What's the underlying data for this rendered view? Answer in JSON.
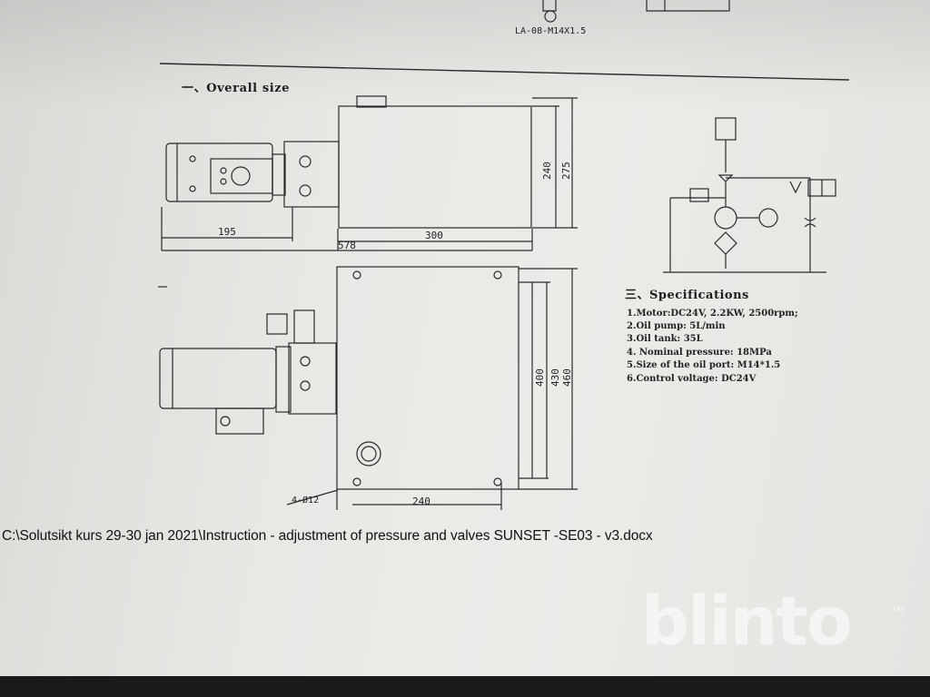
{
  "header": {
    "valve_label": "LA-08-M14X1.5"
  },
  "overall_size": {
    "heading": "一、Overall size",
    "top_view": {
      "dim_195": "195",
      "dim_300": "300",
      "dim_578": "578",
      "dim_240": "240",
      "dim_275": "275"
    },
    "side_view": {
      "dim_400": "400",
      "dim_430": "430",
      "dim_460": "460",
      "dim_240": "240",
      "hole_label": "4-Ø12"
    }
  },
  "specifications": {
    "heading": "三、Specifications",
    "items": [
      "1.Motor:DC24V, 2.2KW, 2500rpm;",
      "2.Oil pump: 5L/min",
      "3.Oil tank: 35L",
      "4. Nominal pressure: 18MPa",
      "5.Size of the oil port: M14*1.5",
      "6.Control voltage: DC24V"
    ]
  },
  "footer": {
    "file_path": "C:\\Solutsikt kurs 29-30 jan 2021\\Instruction - adjustment of pressure and valves SUNSET -SE03 - v3.docx"
  },
  "watermark": {
    "brand": "blinto",
    "tm": "TM"
  }
}
